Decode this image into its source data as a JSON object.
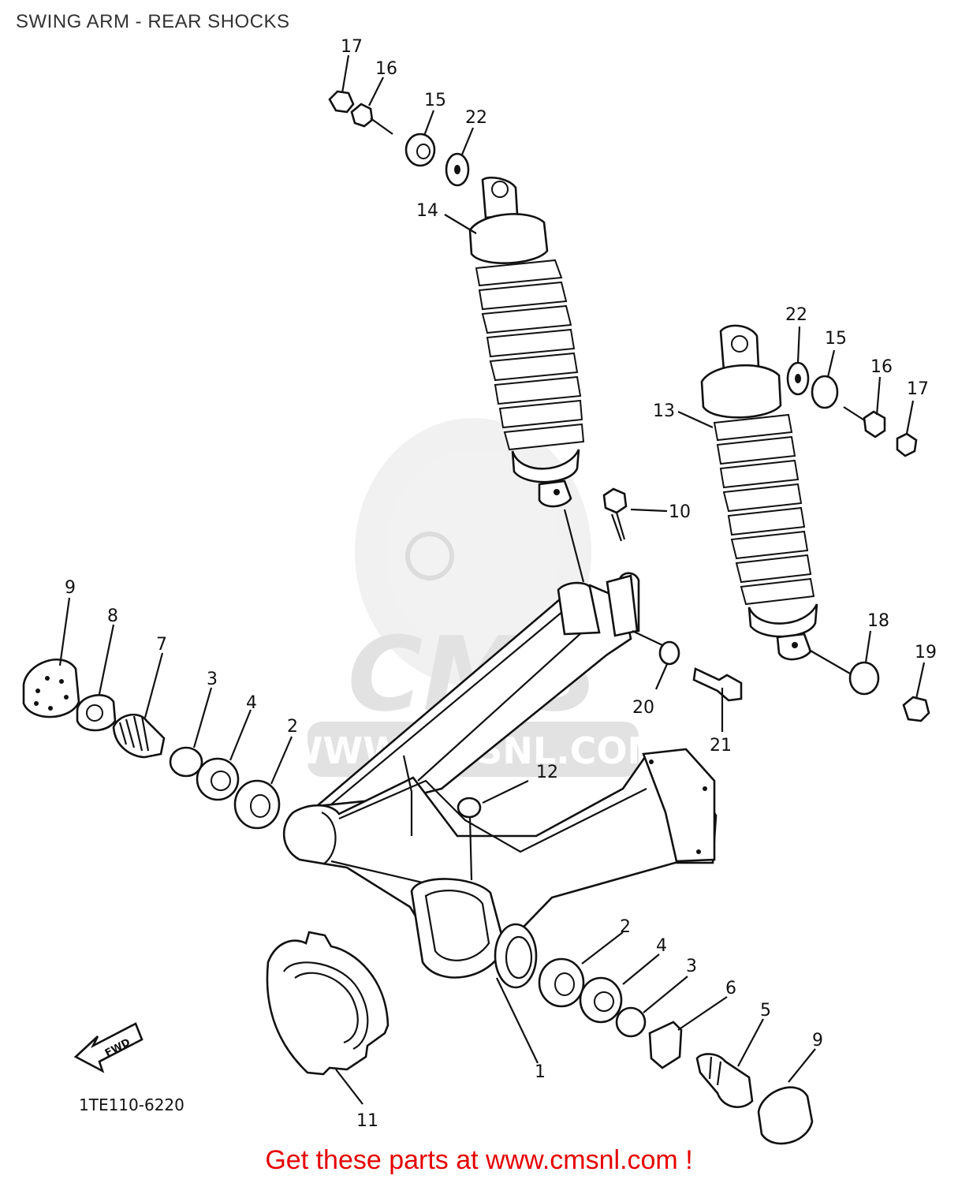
{
  "header": {
    "title": "SWING ARM - REAR SHOCKS"
  },
  "footer": {
    "link_text": "Get these parts at www.cmsnl.com !",
    "link_color": "#e60000"
  },
  "diagram": {
    "drawing_code": "1TE110-6220",
    "direction_label": "FWD",
    "watermark": {
      "brand": "CMS",
      "url": "WWW.CMSNL.COM"
    },
    "callouts": [
      {
        "id": "c-17a",
        "text": "17"
      },
      {
        "id": "c-16a",
        "text": "16"
      },
      {
        "id": "c-15a",
        "text": "15"
      },
      {
        "id": "c-22a",
        "text": "22"
      },
      {
        "id": "c-14",
        "text": "14"
      },
      {
        "id": "c-22b",
        "text": "22"
      },
      {
        "id": "c-15b",
        "text": "15"
      },
      {
        "id": "c-16b",
        "text": "16"
      },
      {
        "id": "c-17b",
        "text": "17"
      },
      {
        "id": "c-13",
        "text": "13"
      },
      {
        "id": "c-10",
        "text": "10"
      },
      {
        "id": "c-18",
        "text": "18"
      },
      {
        "id": "c-19",
        "text": "19"
      },
      {
        "id": "c-20",
        "text": "20"
      },
      {
        "id": "c-21",
        "text": "21"
      },
      {
        "id": "c-9a",
        "text": "9"
      },
      {
        "id": "c-8",
        "text": "8"
      },
      {
        "id": "c-7",
        "text": "7"
      },
      {
        "id": "c-3a",
        "text": "3"
      },
      {
        "id": "c-4a",
        "text": "4"
      },
      {
        "id": "c-2a",
        "text": "2"
      },
      {
        "id": "c-12",
        "text": "12"
      },
      {
        "id": "c-2b",
        "text": "2"
      },
      {
        "id": "c-4b",
        "text": "4"
      },
      {
        "id": "c-3b",
        "text": "3"
      },
      {
        "id": "c-6",
        "text": "6"
      },
      {
        "id": "c-5",
        "text": "5"
      },
      {
        "id": "c-9b",
        "text": "9"
      },
      {
        "id": "c-1",
        "text": "1"
      },
      {
        "id": "c-11",
        "text": "11"
      }
    ]
  }
}
